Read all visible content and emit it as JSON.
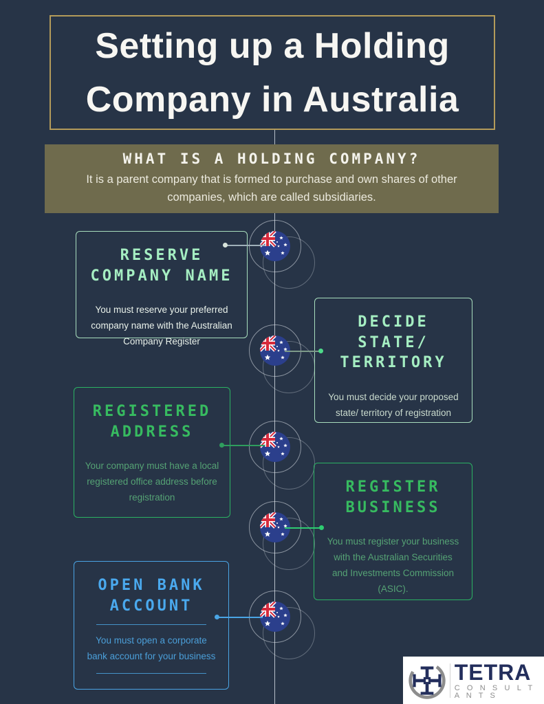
{
  "title": "Setting up a Holding Company in Australia",
  "intro": {
    "heading": "WHAT IS A HOLDING COMPANY?",
    "body": "It is a parent company that is formed to purchase and own shares of other companies, which are called subsidiaries."
  },
  "steps": [
    {
      "title": "RESERVE COMPANY NAME",
      "description": "You must reserve your preferred company name with the Australian Company Register",
      "side": "left",
      "theme": "mint"
    },
    {
      "title": "DECIDE STATE/ TERRITORY",
      "description": "You must decide your proposed state/ territory of registration",
      "side": "right",
      "theme": "mint"
    },
    {
      "title": "REGISTERED ADDRESS",
      "description": "Your company must have a local registered office address before registration",
      "side": "left",
      "theme": "green"
    },
    {
      "title": "REGISTER BUSINESS",
      "description": "You must register your business with the Australian Securities and Investments Commission (ASIC).",
      "side": "right",
      "theme": "green"
    },
    {
      "title": "OPEN BANK ACCOUNT",
      "description": "You must open a corporate bank account for your business",
      "side": "left",
      "theme": "blue"
    }
  ],
  "icons": {
    "flag": "australia-flag-icon",
    "logo": "tetra-logo-mark-icon"
  },
  "footer": {
    "brand": "TETRA",
    "brand_sub": "C O N S U L T A N T S"
  },
  "colors": {
    "background": "#273447",
    "title_border_gold": "#b49b5a",
    "intro_olive": "#6f6b4d",
    "mint": "#a5eec2",
    "green": "#2ecc71",
    "blue": "#4aa9ee",
    "logo_navy": "#232e5c",
    "flag_blue": "#2b3f8c",
    "flag_red": "#d62a3c"
  }
}
